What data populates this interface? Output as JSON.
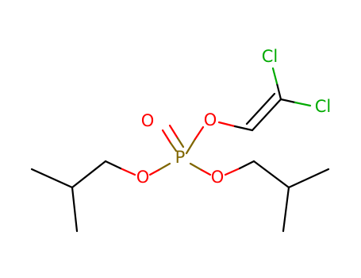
{
  "molecule": {
    "atoms": {
      "phosphorus": {
        "symbol": "P",
        "color": "#806600"
      },
      "oxygen_double": {
        "symbol": "O",
        "color": "#ff0000"
      },
      "oxygen_vinyl": {
        "symbol": "O",
        "color": "#ff0000"
      },
      "oxygen_left": {
        "symbol": "O",
        "color": "#ff0000"
      },
      "oxygen_right": {
        "symbol": "O",
        "color": "#ff0000"
      },
      "chlorine_top": {
        "symbol": "Cl",
        "color": "#00aa00"
      },
      "chlorine_right": {
        "symbol": "Cl",
        "color": "#00aa00"
      }
    },
    "bond_color": "#000000"
  }
}
